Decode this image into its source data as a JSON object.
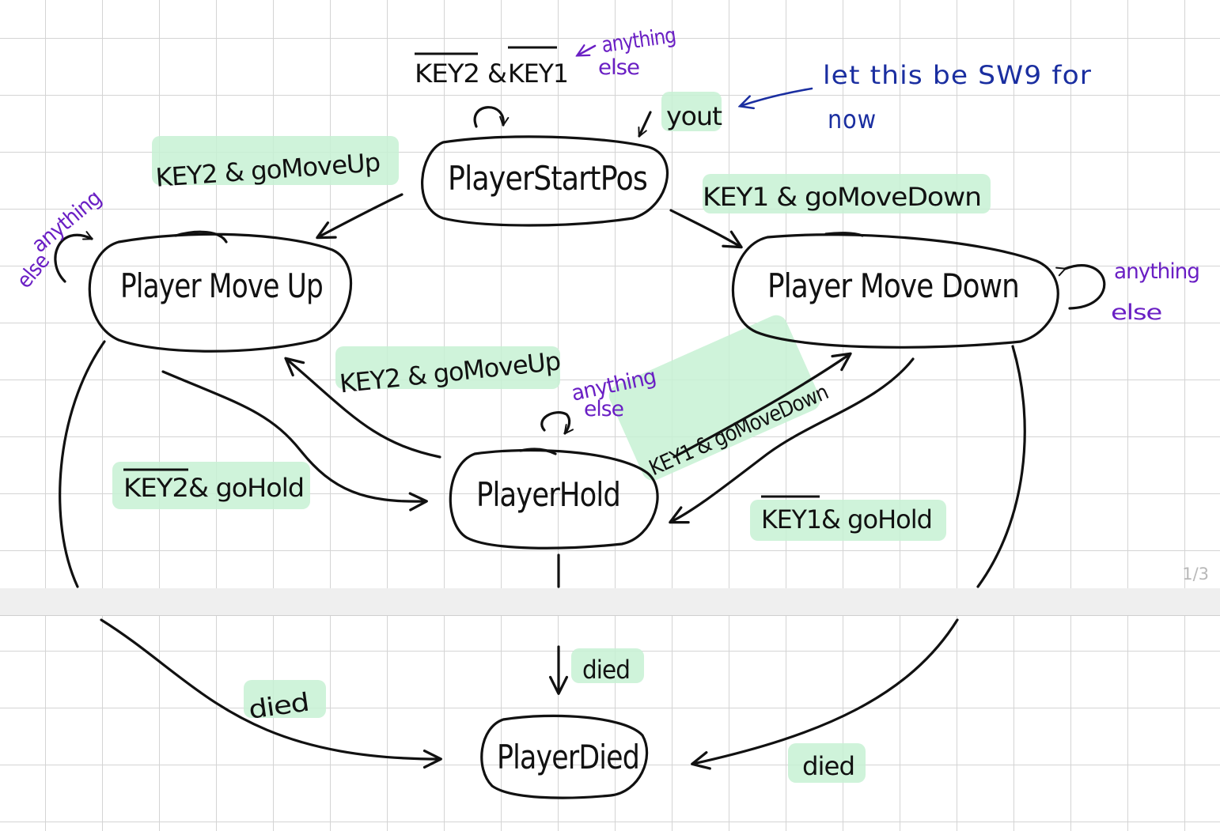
{
  "states": {
    "start": "PlayerStartPos",
    "move_up": "Player Move Up",
    "move_down": "Player Move Down",
    "hold": "PlayerHold",
    "died": "PlayerDied"
  },
  "transitions": {
    "start_self_a": "KEY2",
    "start_self_amp": "&",
    "start_self_b": "KEY1",
    "yout": "yout",
    "start_to_up": "KEY2 & goMoveUp",
    "start_to_down": "KEY1 & goMoveDown",
    "hold_to_up": "KEY2 & goMoveUp",
    "hold_to_down": "KEY1 & goMoveDown",
    "up_to_hold_a": "KEY2",
    "up_to_hold_b": " & goHold",
    "down_to_hold_a": "KEY1",
    "down_to_hold_b": " & goHold",
    "died_hold": "died",
    "died_up": "died",
    "died_down": "died"
  },
  "annotations": {
    "anything_else_1": "anything",
    "anything_else_2": "else",
    "note_line1": "let this be SW9 for",
    "note_line2": "now"
  },
  "page_counter": "1/3",
  "colors": {
    "ink": "#111111",
    "highlight": "#c7f1d4",
    "purple_annotation": "#6a1fc4",
    "blue_annotation": "#1a2ea0"
  }
}
